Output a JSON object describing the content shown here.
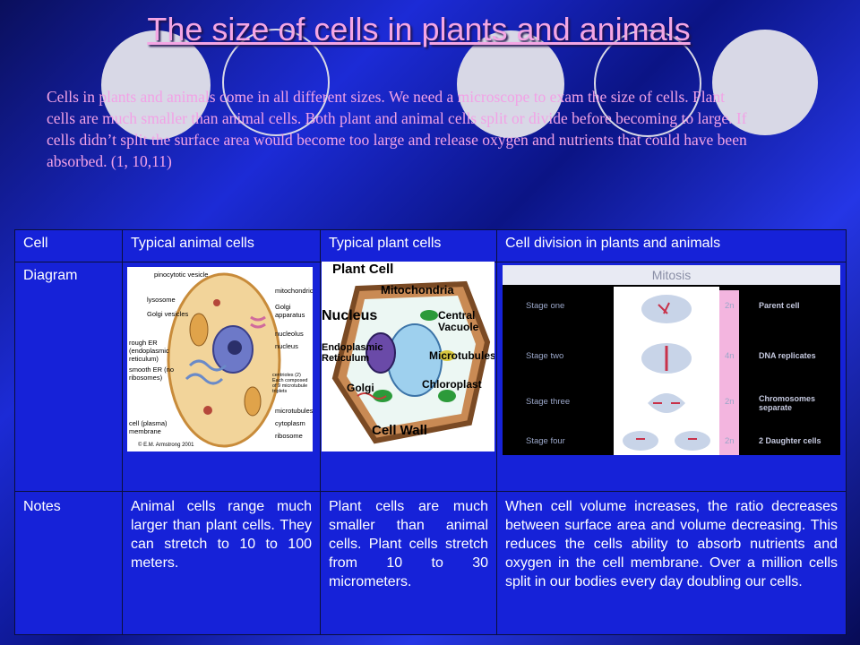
{
  "slide": {
    "title": "The size of cells in plants and animals",
    "intro": "Cells in plants and animals come in all different sizes. We need a microscope to  exam the size of cells. Plant cells are much smaller than animal cells. Both plant and animal cells split or divide before becoming to large. If cells didn’t split the surface area would become too large and release oxygen and nutrients that could have been absorbed. (1, 10,11)"
  },
  "table": {
    "headers": [
      "Cell",
      "Typical animal cells",
      "Typical plant cells",
      "Cell division in plants and animals"
    ],
    "row_diagram_label": "Diagram",
    "row_notes_label": "Notes",
    "notes": {
      "animal": "Animal cells range much larger than plant cells. They can stretch to 10 to 100 meters.",
      "plant": "Plant cells are much smaller than animal cells. Plant cells stretch from 10 to 30 micrometers.",
      "division": "When cell volume increases, the ratio decreases between surface area and volume decreasing. This reduces the cells ability to absorb nutrients and oxygen in the cell membrane. Over a million cells split in our bodies every day doubling our cells."
    }
  },
  "animal_diagram": {
    "labels_left": [
      "pinocytotic vesicle",
      "lysosome",
      "Golgi vesicles",
      "rough ER (endoplasmic reticulum)",
      "smooth ER (no ribosomes)",
      "cell (plasma) membrane"
    ],
    "labels_right": [
      "mitochondrion",
      "Golgi apparatus",
      "nucleolus",
      "nucleus",
      "centrioles (2) Each composed of 9 microtubule triplets",
      "microtubules",
      "cytoplasm",
      "ribosome"
    ],
    "credit": "© E.M. Armstrong 2001"
  },
  "plant_diagram": {
    "title": "Plant Cell",
    "labels": [
      "Mitochondria",
      "Nucleus",
      "Central Vacuole",
      "Endoplasmic Reticulum",
      "Microtubules",
      "Golgi",
      "Chloroplast",
      "Cell Wall"
    ]
  },
  "mitosis": {
    "title": "Mitosis",
    "stages": [
      "Stage one",
      "Stage two",
      "Stage three",
      "Stage four"
    ],
    "ploidy": [
      "2n",
      "4n",
      "2n",
      "2n"
    ],
    "descriptions": [
      "Parent cell",
      "DNA replicates",
      "Chromosomes separate",
      "2 Daughter cells"
    ]
  },
  "colors": {
    "title": "#f4a6e4",
    "intro_text": "#f2a2e6",
    "table_fill": "#1622d8",
    "decor_circle": "#d8d8e6"
  }
}
